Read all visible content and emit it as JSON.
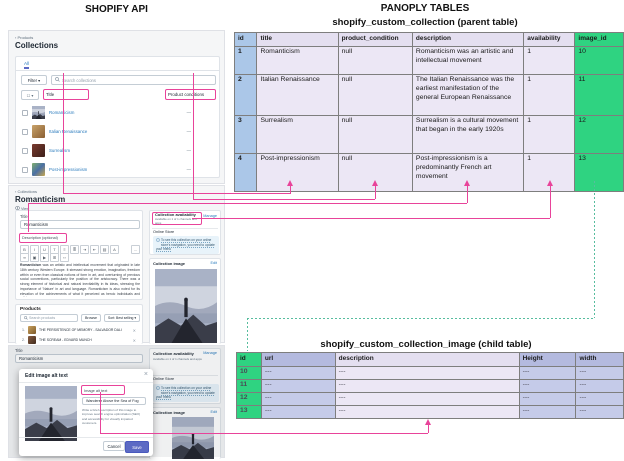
{
  "headers": {
    "shopify": "SHOPIFY API",
    "panoply": "PANOPLY TABLES",
    "parent_table_title": "shopify_custom_collection (parent table)",
    "child_table_title": "shopify_custom_collection_image (child table)"
  },
  "colors": {
    "pink": "#e8439a",
    "teal": "#57bd9e",
    "green": "#2fd381",
    "blue_cell": "#abc7e8",
    "lavender_cell": "#ece7f5",
    "child_blue_cell": "#c5cbe9",
    "indigo_button": "#5c6ac4",
    "link_blue": "#2a7bbd"
  },
  "parent_table": {
    "columns": [
      "id",
      "title",
      "product_condition",
      "description",
      "availability",
      "image_id"
    ],
    "rows": [
      [
        "1",
        "Romanticism",
        "null",
        "Romanticism was an artistic and intellectual movement",
        "1",
        "10"
      ],
      [
        "2",
        "Italian Renaissance",
        "null",
        "The Italian Renaissance was the earliest manifestation of the general European Renaissance",
        "1",
        "11"
      ],
      [
        "3",
        "Surrealism",
        "null",
        "Surrealism is a cultural movement that began in the early 1920s",
        "1",
        "12"
      ],
      [
        "4",
        "Post-impressionism",
        "null",
        "Post-impressionism is a predominantly French art movement",
        "1",
        "13"
      ]
    ]
  },
  "child_table": {
    "columns": [
      "id",
      "url",
      "description",
      "Height",
      "width"
    ],
    "rows": [
      [
        "10",
        "---",
        "---",
        "---",
        "---"
      ],
      [
        "11",
        "---",
        "---",
        "---",
        "---"
      ],
      [
        "12",
        "---",
        "---",
        "---",
        "---"
      ],
      [
        "13",
        "---",
        "---",
        "---",
        "---"
      ]
    ]
  },
  "collections_page": {
    "breadcrumb": "‹ Products",
    "title": "Collections",
    "tab": "All",
    "filter_label": "Filter ▾",
    "search_placeholder": "Search collections",
    "col_title": "Title",
    "col_conditions": "Product conditions",
    "rows": [
      [
        "Romanticism",
        "—"
      ],
      [
        "Italian Renaissance",
        "—"
      ],
      [
        "Surrealism",
        "—"
      ],
      [
        "Post-impressionism",
        "—"
      ]
    ]
  },
  "collection_page": {
    "breadcrumb": "‹ Collections",
    "title": "Romanticism",
    "view_label": "View",
    "title_label": "Title",
    "title_value": "Romanticism",
    "description_label": "Description (optional)",
    "toolbar_more": "...",
    "description_text": "Romanticism was an artistic and intellectual movement that originated in late 18th century Western Europe. It stressed strong emotion, imagination, freedom within or even from classical notions of form in art, and overturning of previous social conventions, particularly the position of the aristocracy. There was a strong element of historical and natural inevitability in its ideas, stressing the importance of 'Nature' in art and language. Romanticism is also noted for its elevation of the achievements of what it perceived as heroic individuals and artists.",
    "products_label": "Products",
    "products_search_placeholder": "Search products",
    "browse_label": "Browse",
    "sort_label": "Sort: Best selling ▾",
    "product_items": [
      "THE PERSISTENCE OF MEMORY - SALVADOR DALI",
      "THE SCREAM - EDVARD MUNCH",
      ""
    ],
    "availability_label": "Collection availability",
    "availability_manage": "Manage",
    "availability_subtext": "Available on 1 of 1 channels and apps",
    "channel_name": "Online Store",
    "availability_info": "To see this collection on your online store's navigation, you need to update your menu",
    "image_label": "Collection image",
    "image_edit": "Edit"
  },
  "modal": {
    "title": "Edit image alt text",
    "close": "×",
    "alt_label": "Image alt text",
    "alt_value": "Wanderer Above the Sea of Fog",
    "help": "Write a brief description of this image to improve search engine optimization (SEO) and accessibility for visually impaired customers.",
    "cancel": "Cancel",
    "save": "Save"
  }
}
